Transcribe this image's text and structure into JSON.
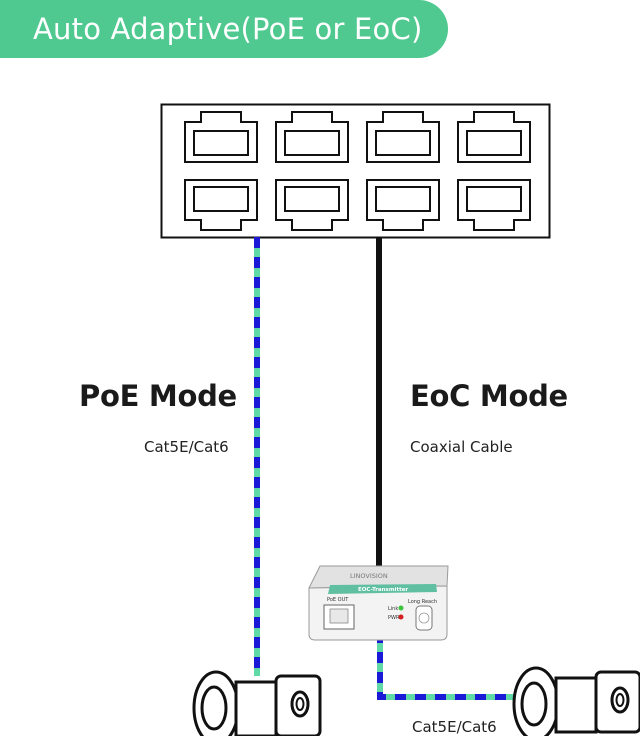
{
  "header": {
    "title": "Auto Adaptive(PoE or EoC)"
  },
  "modes": {
    "poe": {
      "title": "PoE Mode",
      "cable": "Cat5E/Cat6"
    },
    "eoc": {
      "title": "EoC Mode",
      "cable": "Coaxial Cable"
    }
  },
  "device": {
    "brand": "LINOVISION",
    "model": "EOC-Transmitter",
    "port_label": "PoE OUT",
    "leds": [
      "Link",
      "PWR"
    ],
    "switch_label": "Long Reach"
  },
  "camera_cable": "Cat5E/Cat6",
  "colors": {
    "accent": "#4fc98f",
    "cable_blue": "#1a1ad6",
    "cable_green": "#5fd9a6",
    "coax": "#111111",
    "device_body": "#f1f1f1",
    "led_link": "#3cc43c",
    "led_pwr": "#d62020"
  }
}
